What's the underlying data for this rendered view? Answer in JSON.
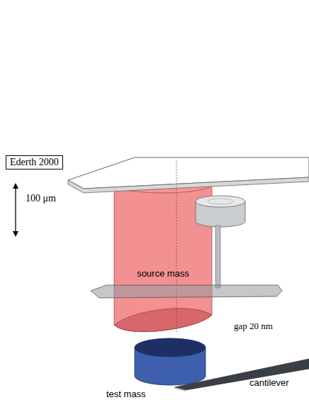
{
  "diagram": {
    "nodes": [
      {
        "text": [
          "Ederth 2000"
        ]
      },
      {
        "text": [
          "source mass"
        ]
      }
    ],
    "labels": [
      "100 μm",
      "gap 20 nm",
      "test mass",
      "cantilever"
    ]
  }
}
